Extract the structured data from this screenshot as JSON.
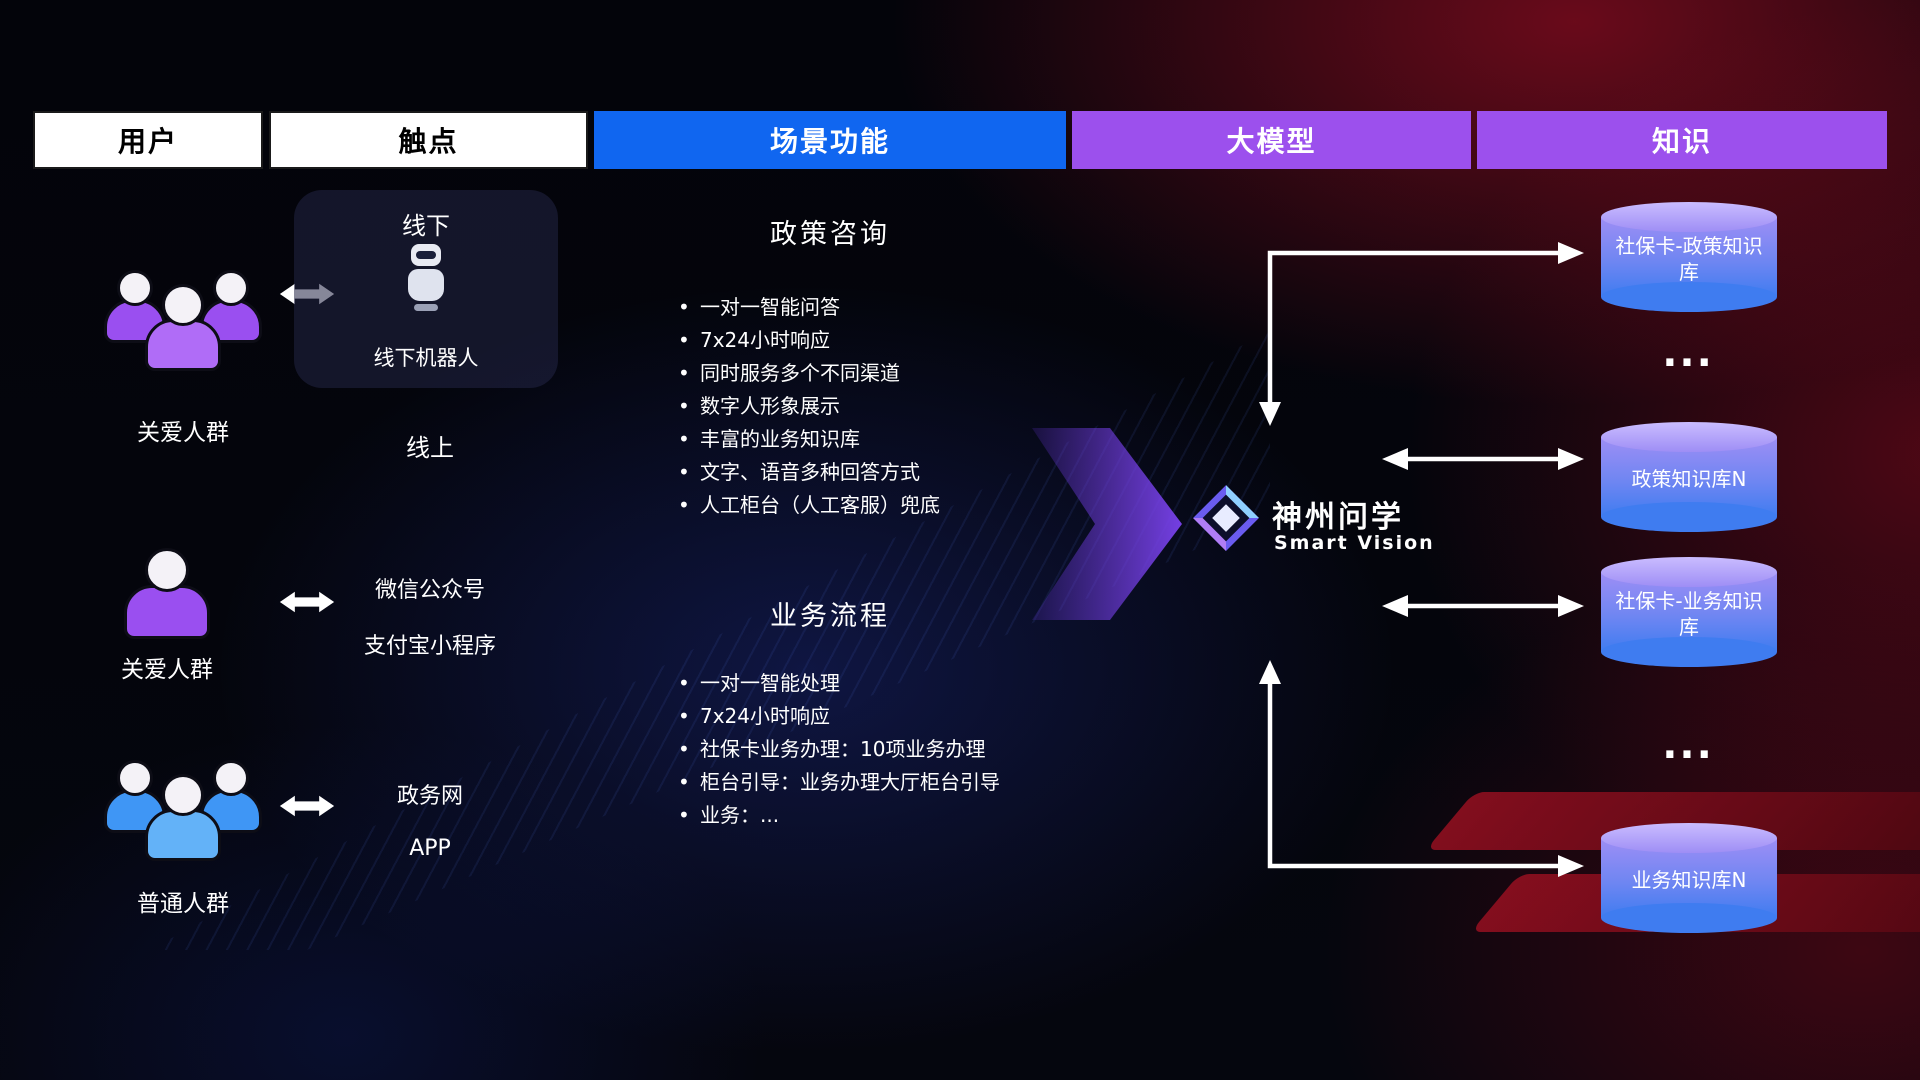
{
  "header": {
    "columns": [
      {
        "label": "用户"
      },
      {
        "label": "触点"
      },
      {
        "label": "场景功能"
      },
      {
        "label": "大模型"
      },
      {
        "label": "知识"
      }
    ]
  },
  "users": [
    {
      "label": "关爱人群",
      "icon": "user-group-purple-icon"
    },
    {
      "label": "关爱人群",
      "icon": "user-single-purple-icon"
    },
    {
      "label": "普通人群",
      "icon": "user-group-blue-icon"
    }
  ],
  "touchpoints": {
    "offline_title": "线下",
    "offline_robot_label": "线下机器人",
    "online_title": "线上",
    "wechat": "微信公众号",
    "alipay": "支付宝小程序",
    "gov": "政务网",
    "app": "APP"
  },
  "scenarios": [
    {
      "title": "政策咨询",
      "items": [
        "一对一智能问答",
        "7x24小时响应",
        "同时服务多个不同渠道",
        "数字人形象展示",
        "丰富的业务知识库",
        "文字、语音多种回答方式",
        "人工柜台（人工客服）兜底"
      ]
    },
    {
      "title": "业务流程",
      "items": [
        "一对一智能处理",
        "7x24小时响应",
        "社保卡业务办理：10项业务办理",
        "柜台引导：业务办理大厅柜台引导",
        "业务：..."
      ]
    }
  ],
  "model": {
    "name": "神州问学",
    "subtitle": "Smart Vision",
    "logo": "diamond-gem-icon"
  },
  "knowledge": {
    "db1": "社保卡-政策知识库",
    "ellipsis1": "...",
    "db2": "政策知识库N",
    "db3": "社保卡-业务知识库",
    "ellipsis2": "...",
    "db4": "业务知识库N"
  },
  "colors": {
    "header_blue": "#1066f0",
    "header_purple": "#9c50ed",
    "db_gradient_top": "#cabcff",
    "db_gradient_bottom": "#3f7cf0",
    "purple_user": "#9a4ff0",
    "blue_user": "#3f96f5",
    "flow_arrow_purple": "#7a42ee",
    "arrow_white": "#ffffff",
    "bg_red_glow": "#be1028",
    "bg_blue_glow": "#283cbe"
  }
}
